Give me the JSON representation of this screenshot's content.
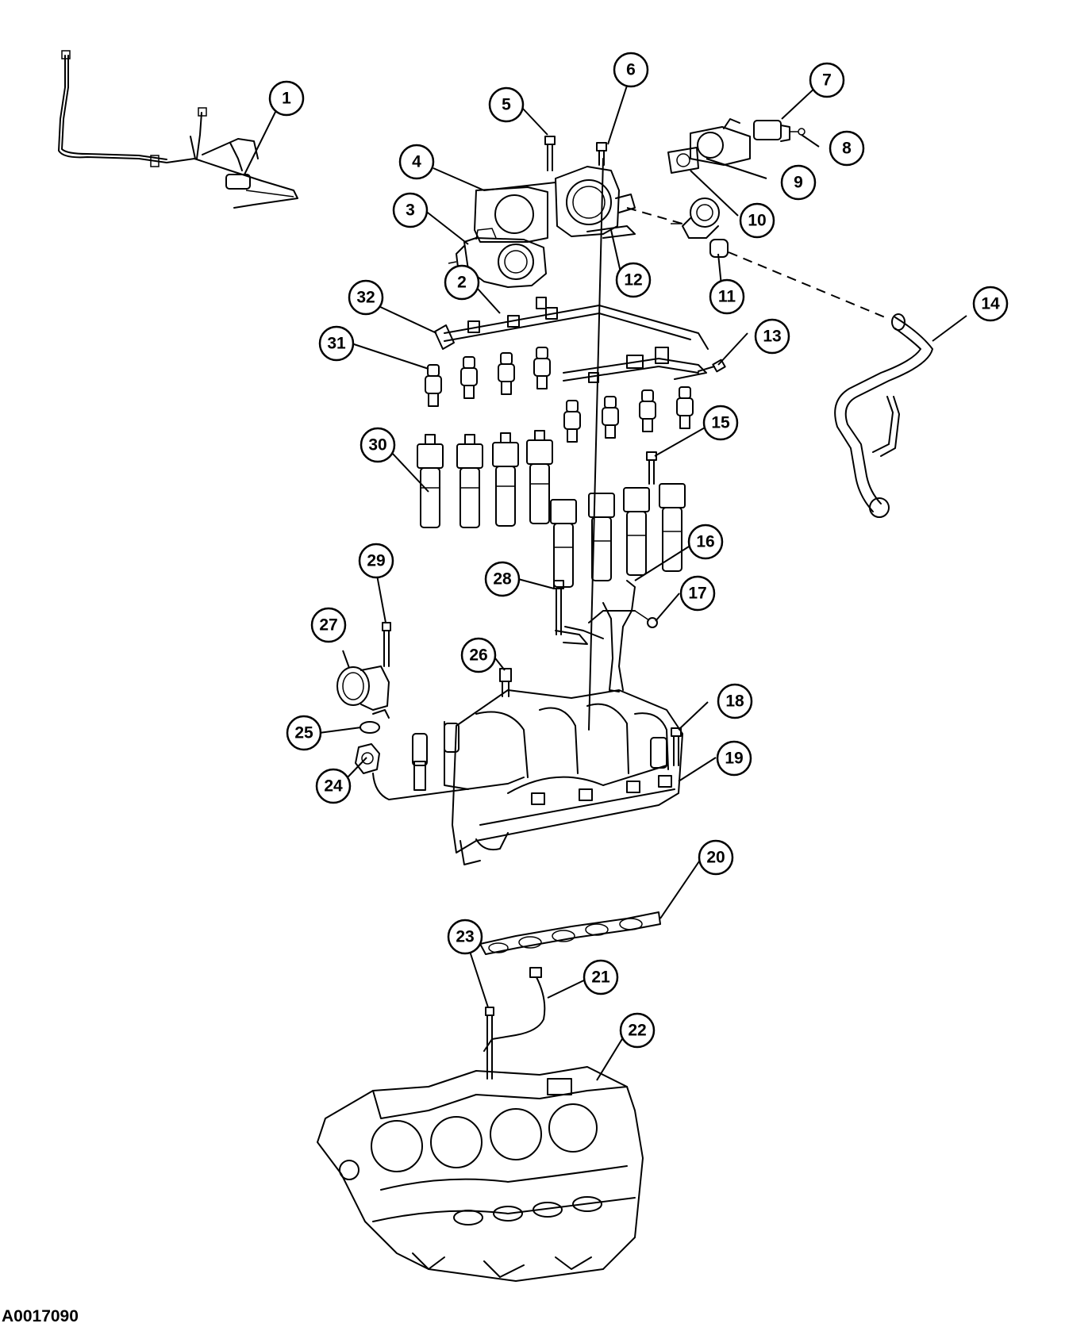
{
  "figure_id": "A0017090",
  "callouts": [
    "1",
    "2",
    "3",
    "4",
    "5",
    "6",
    "7",
    "8",
    "9",
    "10",
    "11",
    "12",
    "13",
    "14",
    "15",
    "16",
    "17",
    "18",
    "19",
    "20",
    "21",
    "22",
    "23",
    "24",
    "25",
    "26",
    "27",
    "28",
    "29",
    "30",
    "31",
    "32"
  ]
}
